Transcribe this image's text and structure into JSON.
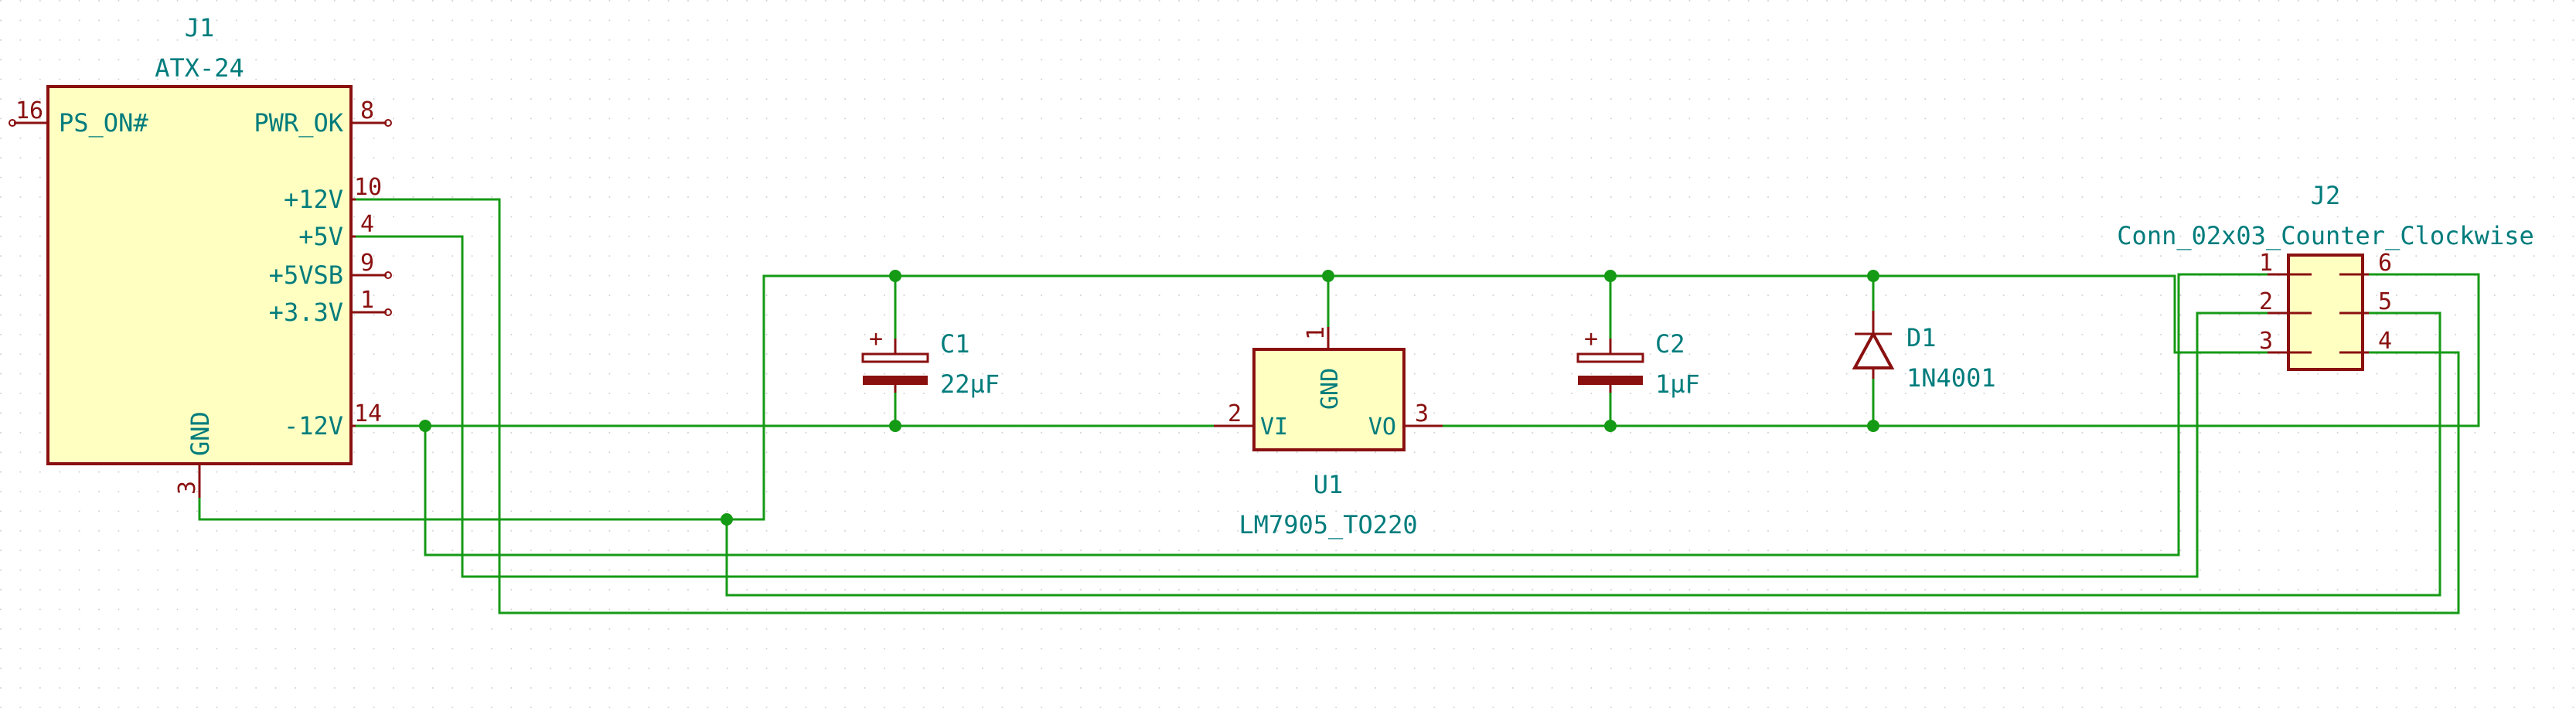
{
  "schematic": {
    "grid_color": "#d8d8d8",
    "wire_color": "#159a15",
    "component_color": "#8a1010",
    "body_fill": "#ffffc2",
    "text_color": "#007c7c",
    "j1": {
      "ref": "J1",
      "value": "ATX-24",
      "pins": {
        "ps_on": {
          "num": "16",
          "label": "PS_ON#"
        },
        "pwr_ok": {
          "num": "8",
          "label": "PWR_OK"
        },
        "p12v": {
          "num": "10",
          "label": "+12V"
        },
        "p5v": {
          "num": "4",
          "label": "+5V"
        },
        "p5vsb": {
          "num": "9",
          "label": "+5VSB"
        },
        "p3v3": {
          "num": "1",
          "label": "+3.3V"
        },
        "gnd": {
          "num": "3",
          "label": "GND"
        },
        "m12v": {
          "num": "14",
          "label": "-12V"
        }
      }
    },
    "c1": {
      "ref": "C1",
      "value": "22µF",
      "polarity": "+"
    },
    "c2": {
      "ref": "C2",
      "value": "1µF",
      "polarity": "+"
    },
    "u1": {
      "ref": "U1",
      "value": "LM7905_TO220",
      "pins": {
        "gnd": {
          "num": "1",
          "label": "GND"
        },
        "vi": {
          "num": "2",
          "label": "VI"
        },
        "vo": {
          "num": "3",
          "label": "VO"
        }
      }
    },
    "d1": {
      "ref": "D1",
      "value": "1N4001"
    },
    "j2": {
      "ref": "J2",
      "value": "Conn_02x03_Counter_Clockwise",
      "pins": [
        "1",
        "2",
        "3",
        "6",
        "5",
        "4"
      ]
    }
  }
}
